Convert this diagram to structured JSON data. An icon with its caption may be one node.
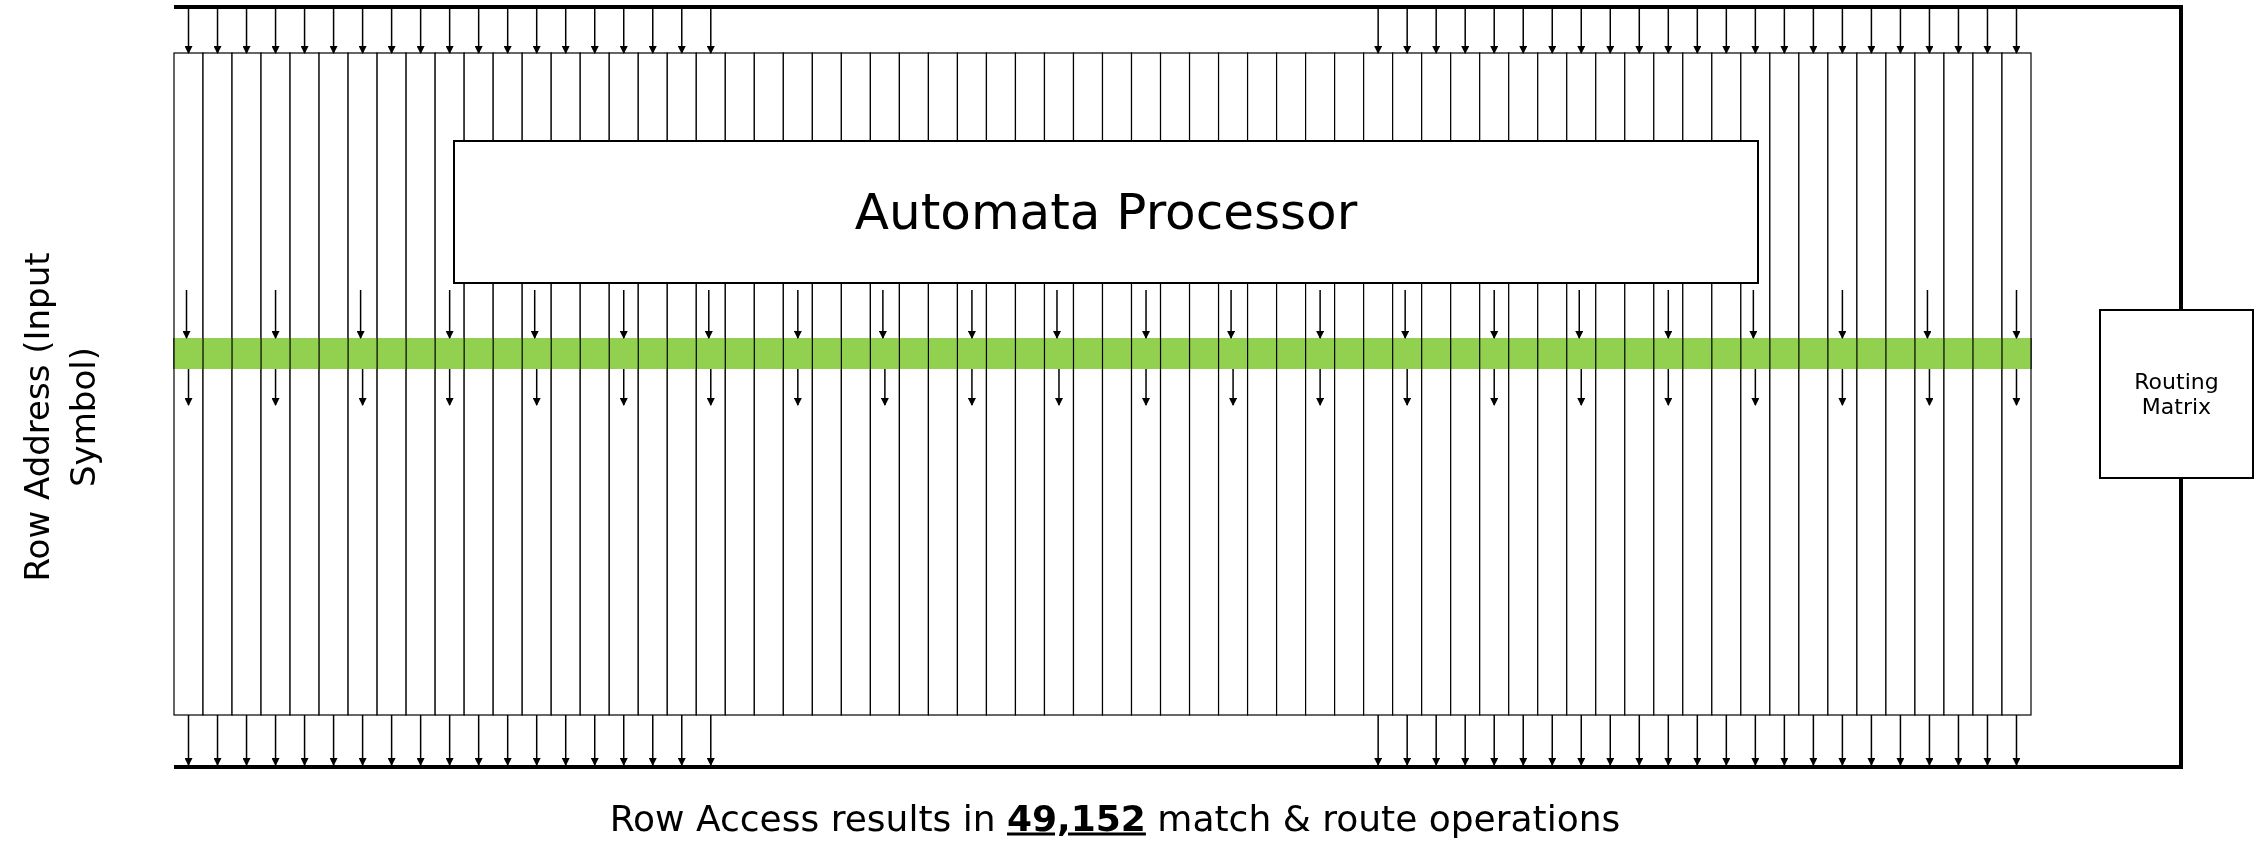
{
  "diagram": {
    "caption": "Row Access results in **49,152** match & route operations",
    "nodes": [
      {
        "text": [
          "Automata Processor"
        ]
      },
      {
        "text": [
          "Routing Matrix"
        ]
      }
    ],
    "labels": [
      "Row Address (Input Symbol)"
    ]
  }
}
